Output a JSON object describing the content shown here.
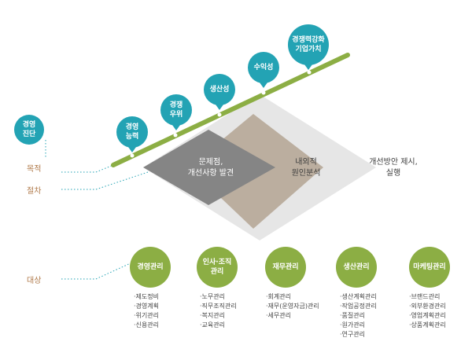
{
  "diagnosis": {
    "label": "경영\n진단"
  },
  "rows": {
    "purpose": "목적",
    "procedure": "절차",
    "target": "대상"
  },
  "milestones": [
    {
      "label": "경영\n능력"
    },
    {
      "label": "경쟁\n우위"
    },
    {
      "label": "생산성"
    },
    {
      "label": "수익성"
    },
    {
      "label": "경쟁력강화\n기업가치"
    }
  ],
  "process": [
    {
      "label": "문제점,\n개선사항 발견"
    },
    {
      "label": "내외적\n원인분석"
    },
    {
      "label": "개선방안 제시,\n실행"
    }
  ],
  "areas": [
    {
      "title": "경영관리",
      "items": [
        "제도정비",
        "경영계획",
        "위기관리",
        "신용관리"
      ]
    },
    {
      "title": "인사·조직\n관리",
      "items": [
        "노무관리",
        "직무조직관리",
        "복지관리",
        "교육관리"
      ]
    },
    {
      "title": "재무관리",
      "items": [
        "회계관리",
        "재무(운영자금)관리",
        "세무관리"
      ]
    },
    {
      "title": "생산관리",
      "items": [
        "생산계획관리",
        "작업공정관리",
        "품질관리",
        "원가관리",
        "연구관리"
      ]
    },
    {
      "title": "마케팅관리",
      "items": [
        "브랜드관리",
        "외부환경관리",
        "영업계획관리",
        "상품계획관리"
      ]
    }
  ],
  "colors": {
    "teal": "#23a3b4",
    "green": "#8cae44",
    "dark_gray": "#858585",
    "tan": "#bbae9f",
    "light_gray": "#e6e6e6",
    "label_brown": "#b07a4a"
  }
}
